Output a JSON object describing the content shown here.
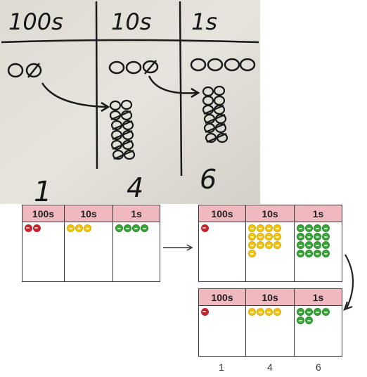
{
  "photo": {
    "headers": [
      "100s",
      "10s",
      "1s"
    ],
    "answer_digits": [
      "1",
      "4",
      "6"
    ]
  },
  "table_start": {
    "headers": [
      "100s",
      "10s",
      "1s"
    ],
    "counts": [
      2,
      3,
      4
    ]
  },
  "table_exchange": {
    "headers": [
      "100s",
      "10s",
      "1s"
    ],
    "counts": [
      1,
      13,
      16
    ]
  },
  "table_result": {
    "headers": [
      "100s",
      "10s",
      "1s"
    ],
    "counts": [
      1,
      4,
      6
    ]
  },
  "result_digits": [
    "1",
    "4",
    "6"
  ],
  "colors": {
    "hundreds": "#c2252e",
    "tens": "#f2c413",
    "ones": "#3aa53a",
    "header_fill": "#f0b9bf"
  }
}
